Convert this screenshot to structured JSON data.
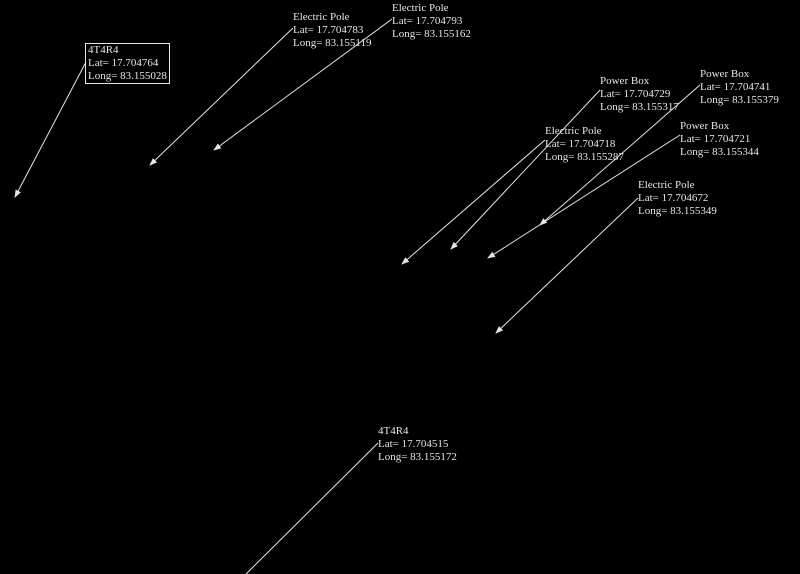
{
  "colors": {
    "background": "#000000",
    "line": "#e6e6e6"
  },
  "markers": [
    {
      "type": "4T4R4",
      "lat": "Lat= 17.704764",
      "long": "Long= 83.155028",
      "boxed": true
    },
    {
      "type": "Electric Pole",
      "lat": "Lat= 17.704783",
      "long": "Long= 83.155119"
    },
    {
      "type": "Electric Pole",
      "lat": "Lat= 17.704793",
      "long": "Long= 83.155162"
    },
    {
      "type": "Electric Pole",
      "lat": "Lat= 17.704718",
      "long": "Long= 83.155287"
    },
    {
      "type": "Power Box",
      "lat": "Lat= 17.704729",
      "long": "Long= 83.155317"
    },
    {
      "type": "Power Box",
      "lat": "Lat= 17.704721",
      "long": "Long= 83.155344"
    },
    {
      "type": "Power Box",
      "lat": "Lat= 17.704741",
      "long": "Long= 83.155379"
    },
    {
      "type": "Electric Pole",
      "lat": "Lat= 17.704672",
      "long": "Long= 83.155349"
    },
    {
      "type": "4T4R4",
      "lat": "Lat= 17.704515",
      "long": "Long= 83.155172"
    }
  ]
}
